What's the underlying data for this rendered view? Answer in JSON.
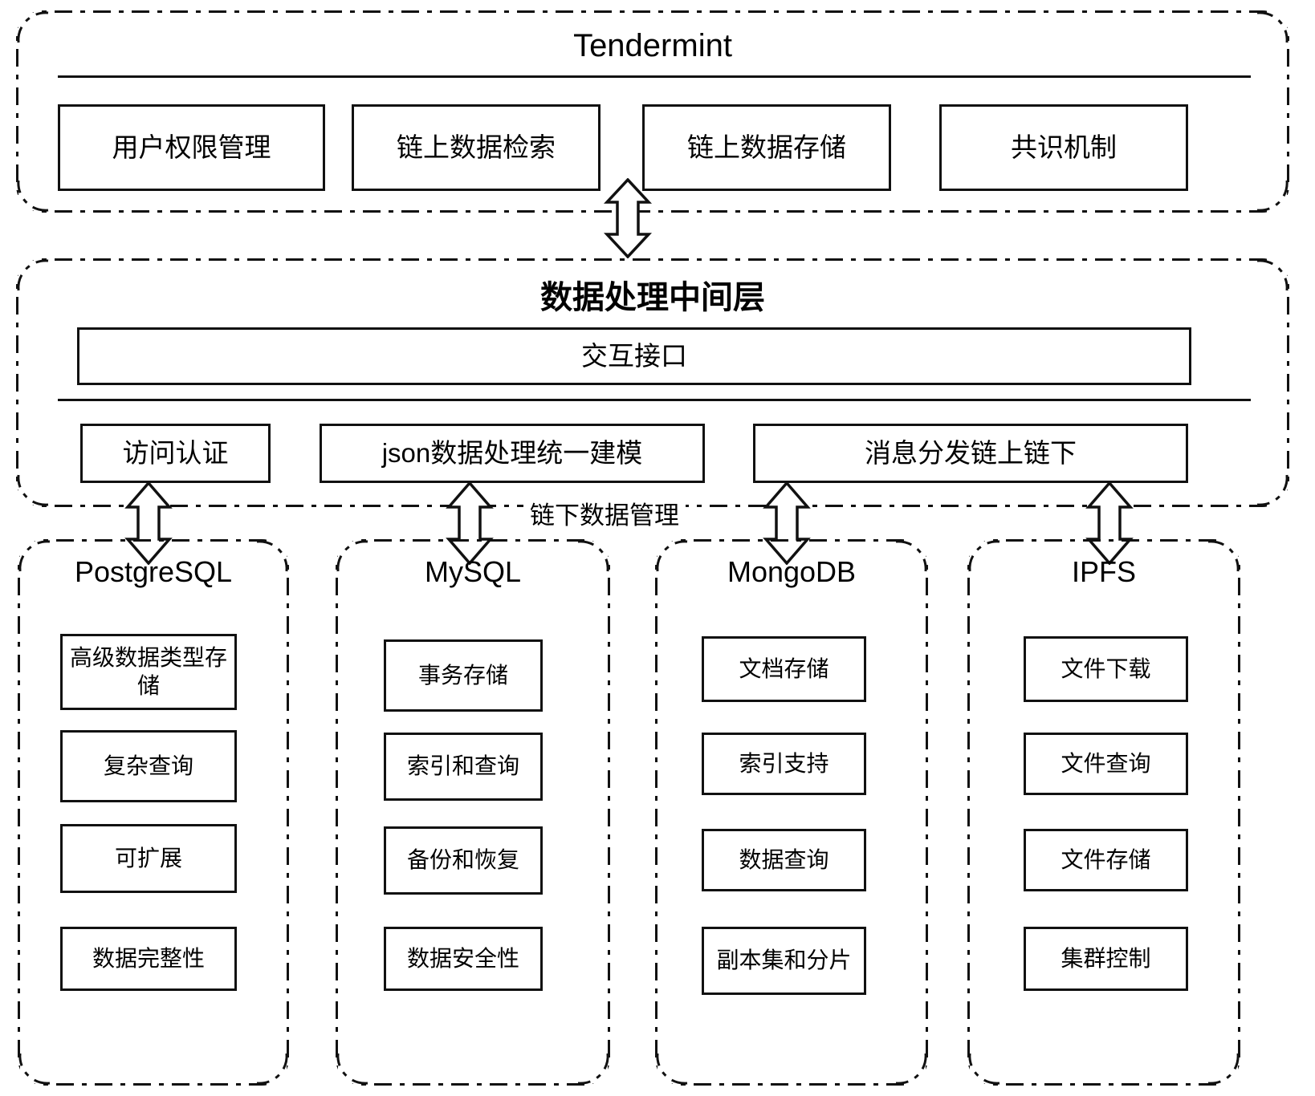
{
  "diagram": {
    "title_visible": false,
    "layers": [
      {
        "id": "tendermint",
        "title": "Tendermint",
        "boxes": [
          {
            "label": "用户权限管理"
          },
          {
            "label": "链上数据检索"
          },
          {
            "label": "链上数据存储"
          },
          {
            "label": "共识机制"
          }
        ]
      },
      {
        "id": "middleware",
        "title": "数据处理中间层",
        "interface_box": {
          "label": "交互接口"
        },
        "boxes": [
          {
            "label": "访问认证"
          },
          {
            "label": "json数据处理统一建模"
          },
          {
            "label": "消息分发链上链下"
          }
        ]
      }
    ],
    "offchain_label": "链下数据管理",
    "storage_panels": [
      {
        "name": "PostgreSQL",
        "items": [
          "高级数据类型存储",
          "复杂查询",
          "可扩展",
          "数据完整性"
        ]
      },
      {
        "name": "MySQL",
        "items": [
          "事务存储",
          "索引和查询",
          "备份和恢复",
          "数据安全性"
        ]
      },
      {
        "name": "MongoDB",
        "items": [
          "文档存储",
          "索引支持",
          "数据查询",
          "副本集和分片"
        ]
      },
      {
        "name": "IPFS",
        "items": [
          "文件下载",
          "文件查询",
          "文件存储",
          "集群控制"
        ]
      }
    ],
    "colors": {
      "stroke": "#111111",
      "background": "#ffffff"
    }
  }
}
